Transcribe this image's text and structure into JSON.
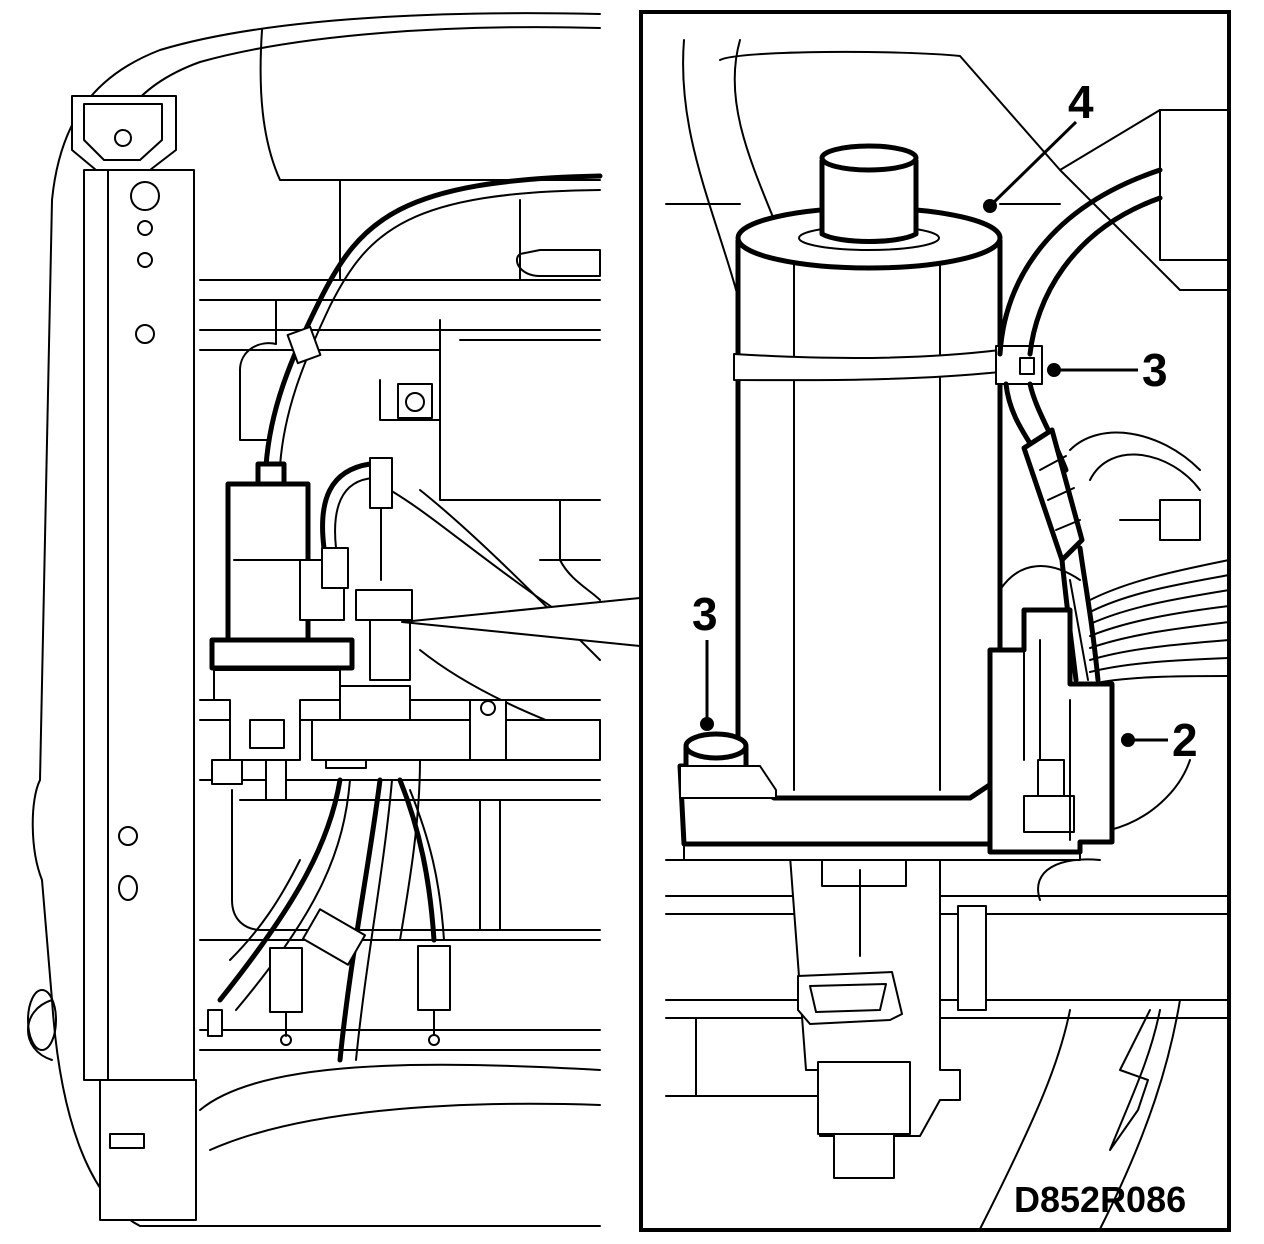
{
  "callouts": {
    "c2": "2",
    "c3_upper": "3",
    "c3_lower": "3",
    "c4": "4"
  },
  "drawing_reference": "D852R086"
}
